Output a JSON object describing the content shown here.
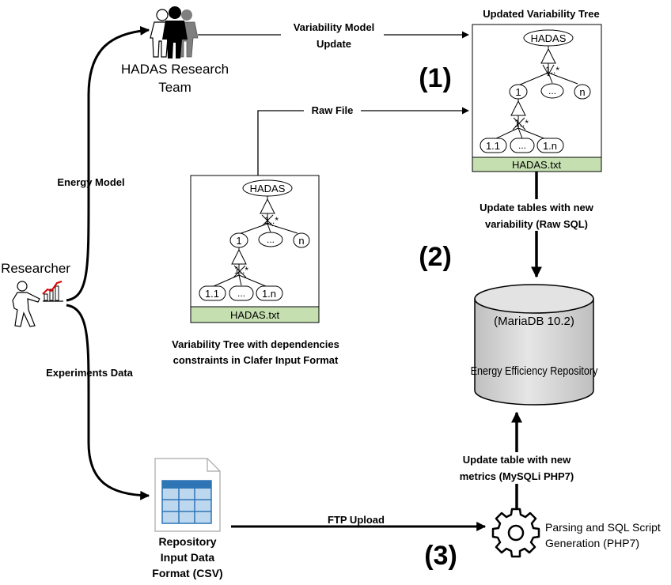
{
  "team": {
    "label_line1": "HADAS Research",
    "label_line2": "Team"
  },
  "researcher": {
    "label": "Researcher"
  },
  "updated_tree": {
    "title": "Updated Variability Tree",
    "root": "HADAS",
    "card1": "1..*",
    "child1": "1",
    "child_mid": "...",
    "childn": "n",
    "card2": "1..*",
    "leaf1": "1.1",
    "leaf_mid": "...",
    "leafn": "1.n",
    "file": "HADAS.txt"
  },
  "source_tree": {
    "root": "HADAS",
    "card1": "1..*",
    "child1": "1",
    "child_mid": "...",
    "childn": "n",
    "card2": "1..*",
    "leaf1": "1.1",
    "leaf_mid": "...",
    "leafn": "1.n",
    "file": "HADAS.txt",
    "caption_line1": "Variability Tree with dependencies",
    "caption_line2": "constraints in Clafer Input Format"
  },
  "edges": {
    "vm_update_line1": "Variability Model",
    "vm_update_line2": "Update",
    "raw_file": "Raw File",
    "energy_model": "Energy Model",
    "experiments_data": "Experiments Data",
    "update_tables_line1": "Update tables with new",
    "update_tables_line2": "variability (Raw SQL)",
    "update_metrics_line1": "Update table with new",
    "update_metrics_line2": "metrics (MySQLi PHP7)",
    "ftp_upload": "FTP Upload"
  },
  "steps": {
    "step1": "(1)",
    "step2": "(2)",
    "step3": "(3)"
  },
  "database": {
    "version": "(MariaDB 10.2)",
    "name": "Energy Efficiency Repository"
  },
  "csv": {
    "line1": "Repository",
    "line2": "Input Data",
    "line3": "Format (CSV)"
  },
  "parser": {
    "line1": "Parsing and SQL Script",
    "line2": "Generation (PHP7)"
  },
  "colors": {
    "file_bar": "#c5dfb0",
    "db_fill": "#d9d9d9",
    "table_blue": "#2e75b6",
    "table_cell": "#bdd7ee"
  }
}
